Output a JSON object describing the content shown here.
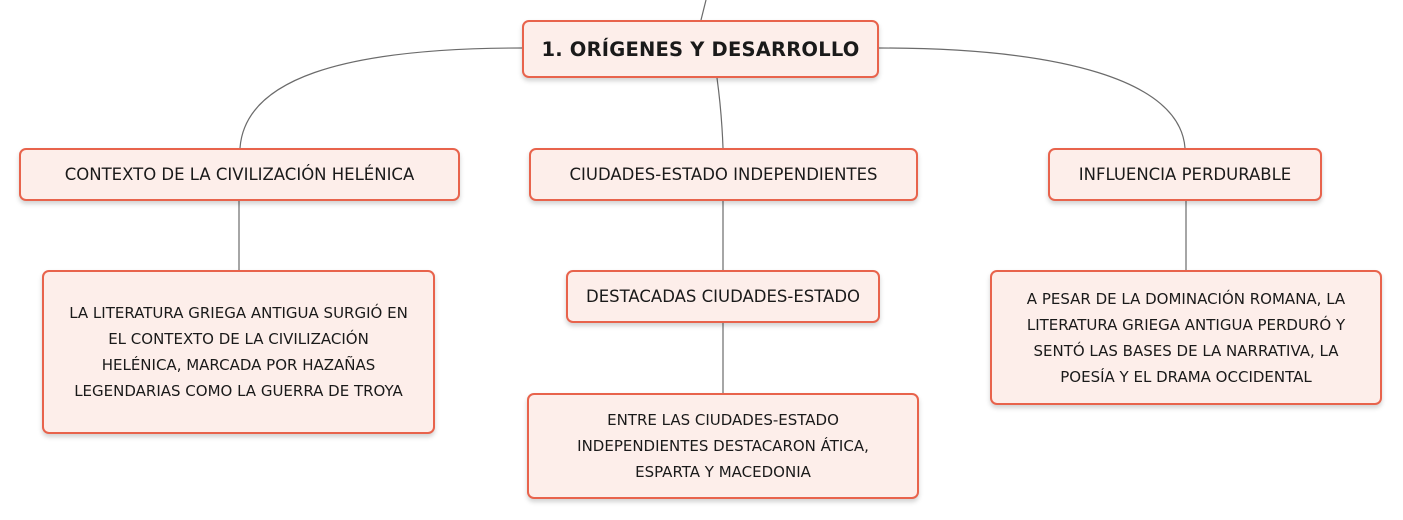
{
  "mindmap": {
    "root": {
      "label": "1. ORÍGENES Y DESARROLLO"
    },
    "branches": [
      {
        "label": "CONTEXTO DE LA CIVILIZACIÓN HELÉNICA",
        "children": [
          {
            "lines": [
              "LA LITERATURA GRIEGA ANTIGUA SURGIÓ EN",
              "EL CONTEXTO DE LA CIVILIZACIÓN",
              "HELÉNICA, MARCADA POR HAZAÑAS",
              "LEGENDARIAS COMO LA GUERRA DE TROYA"
            ]
          }
        ]
      },
      {
        "label": "CIUDADES-ESTADO INDEPENDIENTES",
        "children": [
          {
            "label": "DESTACADAS CIUDADES-ESTADO",
            "children": [
              {
                "lines": [
                  "ENTRE LAS CIUDADES-ESTADO",
                  "INDEPENDIENTES DESTACARON ÁTICA,",
                  "ESPARTA Y MACEDONIA"
                ]
              }
            ]
          }
        ]
      },
      {
        "label": "INFLUENCIA PERDURABLE",
        "children": [
          {
            "lines": [
              "A PESAR DE LA DOMINACIÓN ROMANA, LA",
              "LITERATURA GRIEGA ANTIGUA PERDURÓ Y",
              "SENTÓ LAS BASES DE LA NARRATIVA, LA",
              "POESÍA Y EL DRAMA OCCIDENTAL"
            ]
          }
        ]
      }
    ]
  },
  "colors": {
    "node_border": "#e8634c",
    "node_fill": "#fdeeea",
    "connector": "#6b6b6b",
    "text": "#1a1a1a"
  }
}
